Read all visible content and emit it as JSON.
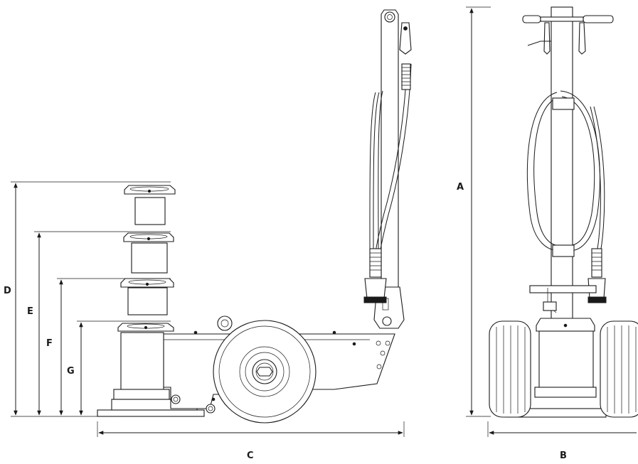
{
  "dimension_labels": {
    "A": "A",
    "B": "B",
    "C": "C",
    "D": "D",
    "E": "E",
    "F": "F",
    "G": "G"
  },
  "icons": {
    "side_view": "air-hydraulic-jack-side-view",
    "front_view": "air-hydraulic-jack-front-view"
  },
  "colors": {
    "line": "#1a1a1a",
    "background": "#ffffff"
  }
}
